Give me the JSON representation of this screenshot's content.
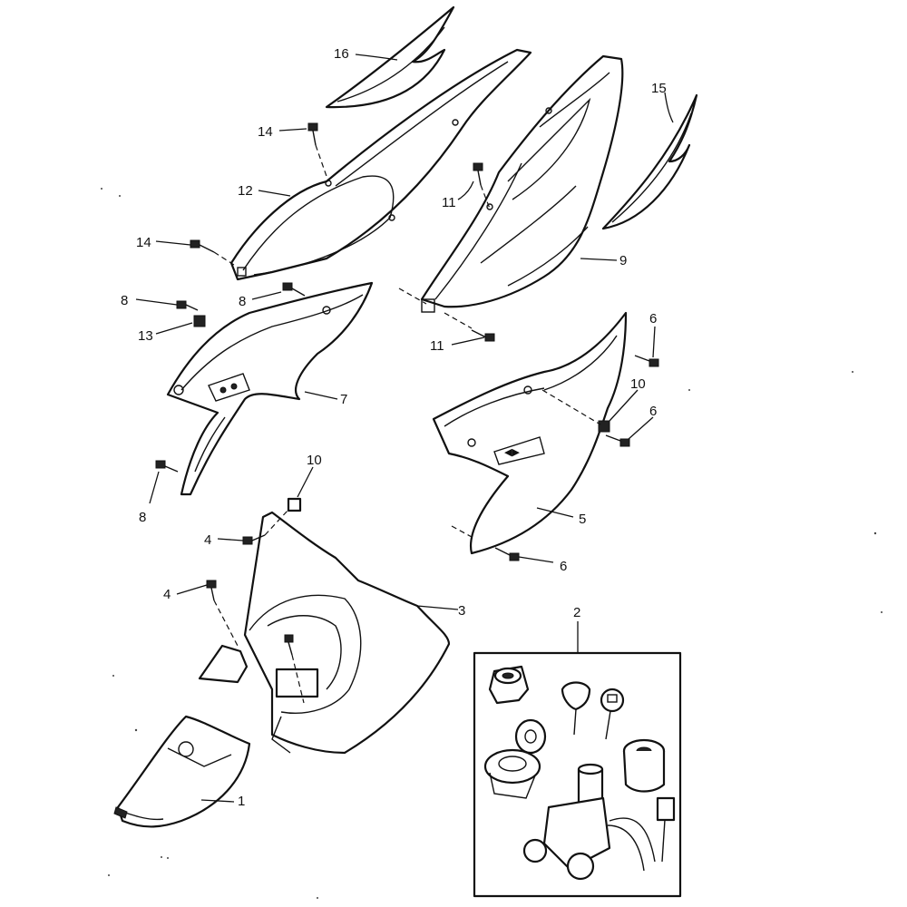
{
  "callouts": {
    "c1": "1",
    "c2": "2",
    "c3": "3",
    "c4a": "4",
    "c4b": "4",
    "c5": "5",
    "c6a": "6",
    "c6b": "6",
    "c6c": "6",
    "c7": "7",
    "c8a": "8",
    "c8b": "8",
    "c8c": "8",
    "c9": "9",
    "c10a": "10",
    "c10b": "10",
    "c11a": "11",
    "c11b": "11",
    "c12": "12",
    "c13": "13",
    "c14a": "14",
    "c14b": "14",
    "c15": "15",
    "c16": "16"
  }
}
